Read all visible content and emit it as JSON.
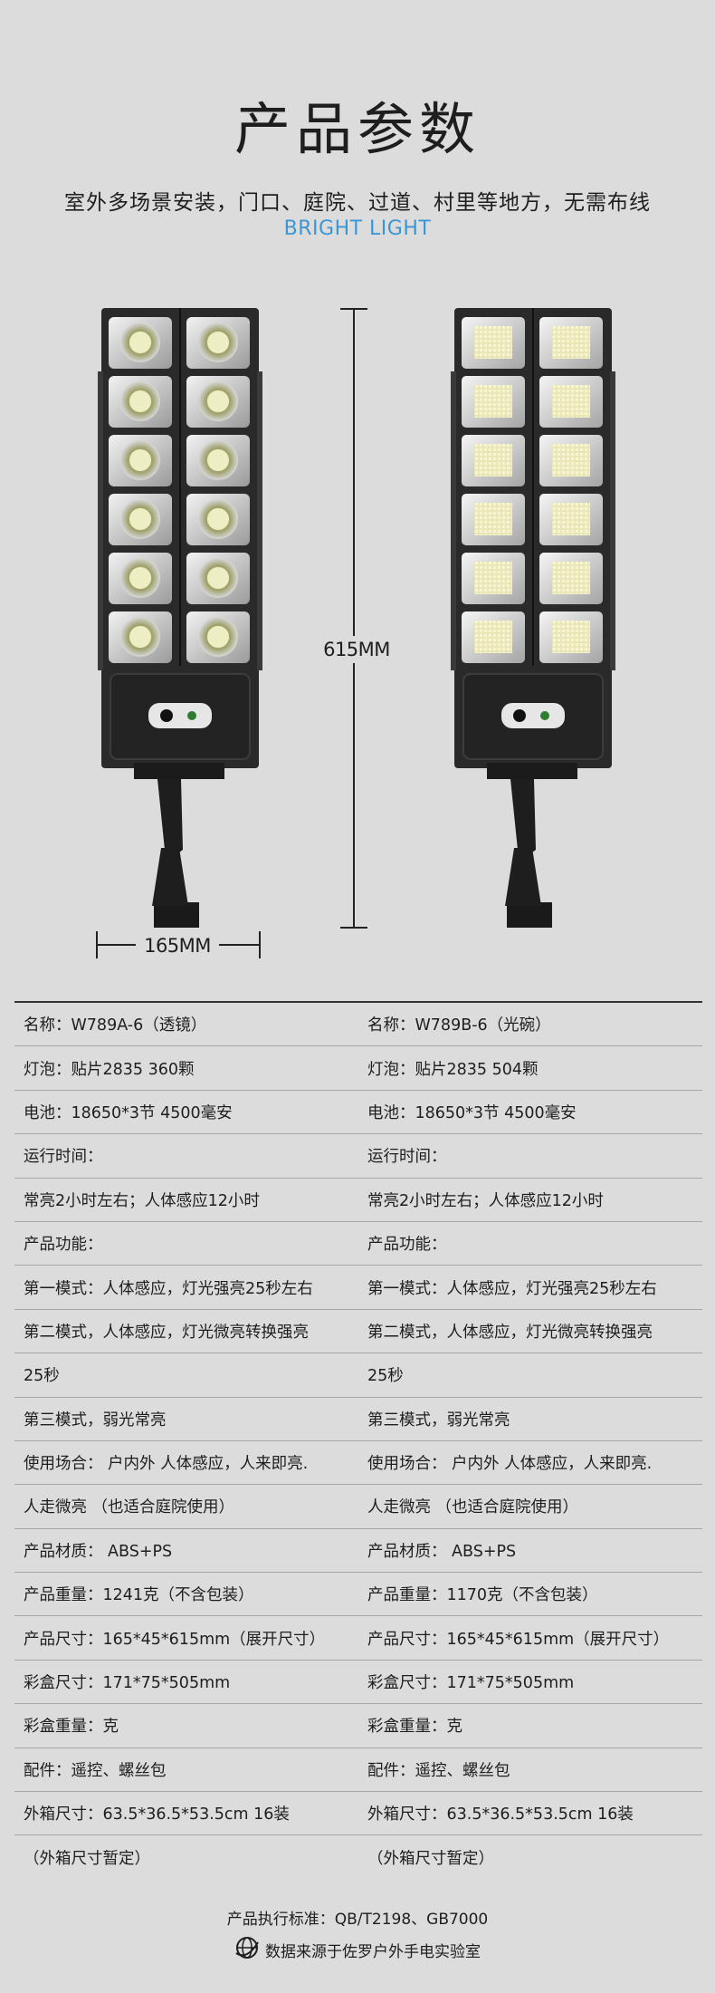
{
  "header": {
    "title": "产品参数",
    "subtitle": "室外多场景安装，门口、庭院、过道、村里等地方，无需布线",
    "brand_line": "BRIGHT LIGHT"
  },
  "dimensions": {
    "height_label": "615MM",
    "width_label": "165MM"
  },
  "colors": {
    "accent": "#3a97d4",
    "background": "#dcdcdc",
    "lamp_body": "#2a2a2a"
  },
  "specs": {
    "rows": [
      [
        "名称：W789A-6（透镜）",
        "名称：W789B-6（光碗）"
      ],
      [
        "灯泡：贴片2835  360颗",
        "灯泡：贴片2835  504颗"
      ],
      [
        "电池：18650*3节  4500毫安",
        "电池：18650*3节  4500毫安"
      ],
      [
        "运行时间：",
        "运行时间："
      ],
      [
        "常亮2小时左右；人体感应12小时",
        "常亮2小时左右；人体感应12小时"
      ],
      [
        "产品功能：",
        "产品功能："
      ],
      [
        "第一模式：人体感应，灯光强亮25秒左右",
        "第一模式：人体感应，灯光强亮25秒左右"
      ],
      [
        "第二模式，人体感应，灯光微亮转换强亮",
        "第二模式，人体感应，灯光微亮转换强亮"
      ],
      [
        "25秒",
        "25秒"
      ],
      [
        "第三模式，弱光常亮",
        "第三模式，弱光常亮"
      ],
      [
        "使用场合： 户内外 人体感应，人来即亮.",
        "使用场合： 户内外 人体感应，人来即亮."
      ],
      [
        "人走微亮 （也适合庭院使用）",
        "人走微亮 （也适合庭院使用）"
      ],
      [
        "产品材质： ABS+PS",
        "产品材质： ABS+PS"
      ],
      [
        "产品重量：1241克（不含包装）",
        "产品重量：1170克（不含包装）"
      ],
      [
        "产品尺寸：165*45*615mm（展开尺寸）",
        "产品尺寸：165*45*615mm（展开尺寸）"
      ],
      [
        "彩盒尺寸：171*75*505mm",
        "彩盒尺寸：171*75*505mm"
      ],
      [
        "彩盒重量：克",
        "彩盒重量：克"
      ],
      [
        "配件：遥控、螺丝包",
        "配件：遥控、螺丝包"
      ],
      [
        "外箱尺寸：63.5*36.5*53.5cm 16装",
        "外箱尺寸：63.5*36.5*53.5cm 16装"
      ],
      [
        "（外箱尺寸暂定）",
        "（外箱尺寸暂定）"
      ]
    ]
  },
  "footer": {
    "standard": "产品执行标准：QB/T2198、GB7000",
    "lab": "数据来源于佐罗户外手电实验室",
    "lab_icon": "globe-icon"
  }
}
